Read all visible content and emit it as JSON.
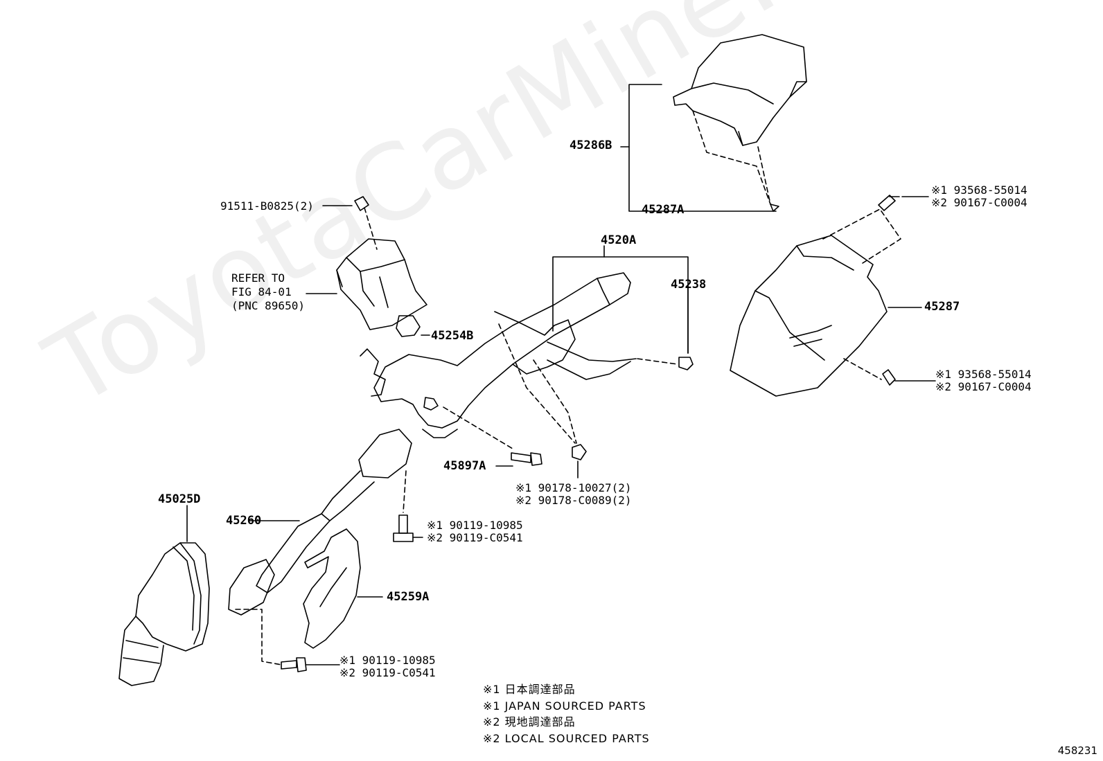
{
  "watermark": "ToyotaCarMine.ru",
  "labels": {
    "p45286B": "45286B",
    "p45287A": "45287A",
    "p91511": "91511-B0825(2)",
    "refer1": "REFER TO",
    "refer2": "FIG 84-01",
    "refer3": "(PNC 89650)",
    "p45254B": "45254B",
    "p4520A": "4520A",
    "p45238": "45238",
    "p45287": "45287",
    "p45897A": "45897A",
    "p45025D": "45025D",
    "p45260": "45260",
    "p45259A": "45259A"
  },
  "part_numbers": {
    "bolt_top_right": {
      "jp": "※1 93568-55014",
      "local": "※2 90167-C0004"
    },
    "bolt_mid_right": {
      "jp": "※1 93568-55014",
      "local": "※2 90167-C0004"
    },
    "nut_center": {
      "jp": "※1 90178-10027(2)",
      "local": "※2 90178-C0089(2)"
    },
    "bolt_shaft": {
      "jp": "※1 90119-10985",
      "local": "※2 90119-C0541"
    },
    "bolt_lower": {
      "jp": "※1 90119-10985",
      "local": "※2 90119-C0541"
    }
  },
  "legend": [
    "※1 日本調達部品",
    "※1 JAPAN SOURCED PARTS",
    "※2 現地調達部品",
    "※2 LOCAL SOURCED PARTS"
  ],
  "figure_number": "458231"
}
